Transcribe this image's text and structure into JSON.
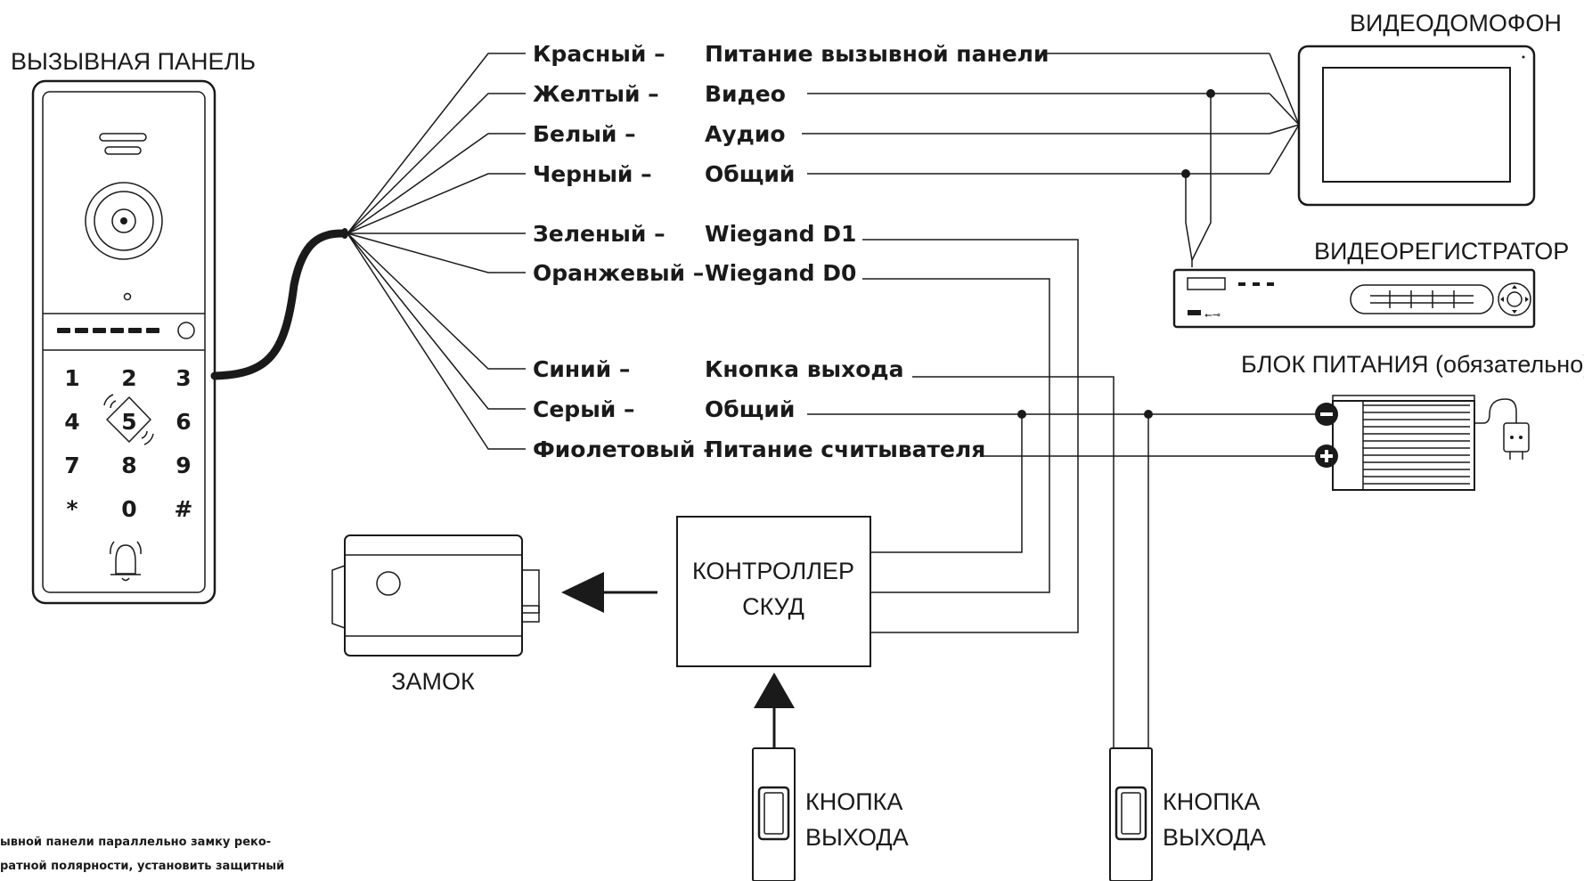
{
  "titles": {
    "panel": "ВЫЗЫВНАЯ ПАНЕЛЬ",
    "monitor": "ВИДЕОДОМОФОН",
    "dvr": "ВИДЕОРЕГИСТРАТОР",
    "psu": "БЛОК ПИТАНИЯ (обязательно)",
    "lock": "ЗАМОК",
    "controller_line1": "КОНТРОЛЛЕР",
    "controller_line2": "СКУД",
    "exit_button_line1": "КНОПКА",
    "exit_button_line2": "ВЫХОДА"
  },
  "wires": [
    {
      "color": "Красный –",
      "signal": "Питание вызывной панели"
    },
    {
      "color": "Желтый –",
      "signal": "Видео"
    },
    {
      "color": "Белый –",
      "signal": "Аудио"
    },
    {
      "color": "Черный –",
      "signal": "Общий"
    },
    {
      "color": "Зеленый –",
      "signal": "Wiegand D1"
    },
    {
      "color": "Оранжевый –",
      "signal": "Wiegand D0"
    },
    {
      "color": "Синий –",
      "signal": "Кнопка выхода"
    },
    {
      "color": "Серый –",
      "signal": "Общий"
    },
    {
      "color": "Фиолетовый –",
      "signal": "Питание считывателя"
    }
  ],
  "keypad": [
    "1",
    "2",
    "3",
    "4",
    "5",
    "6",
    "7",
    "8",
    "9",
    "*",
    "0",
    "#"
  ],
  "note_lines": [
    "ывной панели параллельно замку реко-",
    "ратной полярности, установить защитный"
  ],
  "icons": {
    "speaker": "speaker-grille-icon",
    "camera": "camera-lens-icon",
    "rfid": "rfid-card-icon",
    "bell": "bell-icon",
    "usb": "usb-icon",
    "plug": "power-plug-icon",
    "minus": "minus-terminal-icon",
    "plus": "plus-terminal-icon",
    "arrow": "arrow-icon"
  }
}
